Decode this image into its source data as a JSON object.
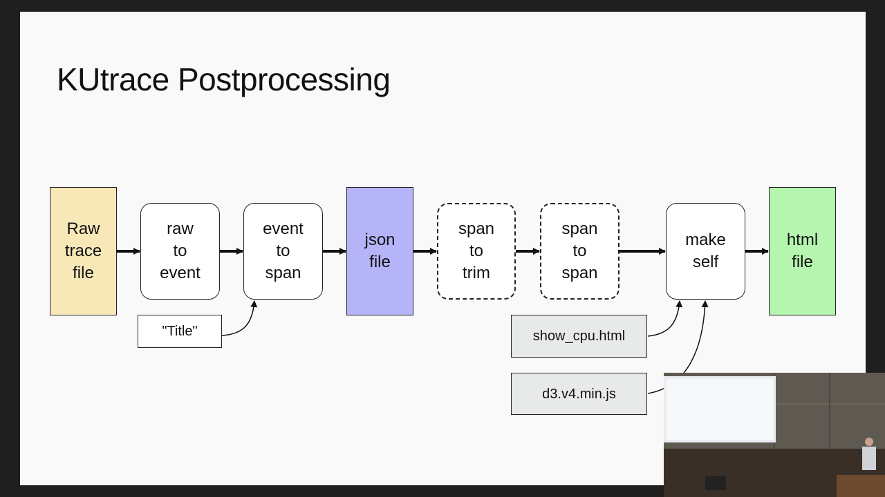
{
  "title": "KUtrace Postprocessing",
  "nodes": {
    "raw_trace_file": "Raw\ntrace\nfile",
    "raw_to_event": "raw\nto\nevent",
    "event_to_span": "event\nto\nspan",
    "json_file": "json\nfile",
    "span_to_trim": "span\nto\ntrim",
    "span_to_span": "span\nto\nspan",
    "make_self": "make\nself",
    "html_file": "html\nfile"
  },
  "inputs": {
    "title_input": "\"Title\"",
    "show_cpu": "show_cpu.html",
    "d3": "d3.v4.min.js"
  },
  "colors": {
    "raw_file": "#f8e8b8",
    "json_file": "#b6b4f8",
    "html_file": "#b6f5b0",
    "input_box": "#e8e9e9"
  }
}
